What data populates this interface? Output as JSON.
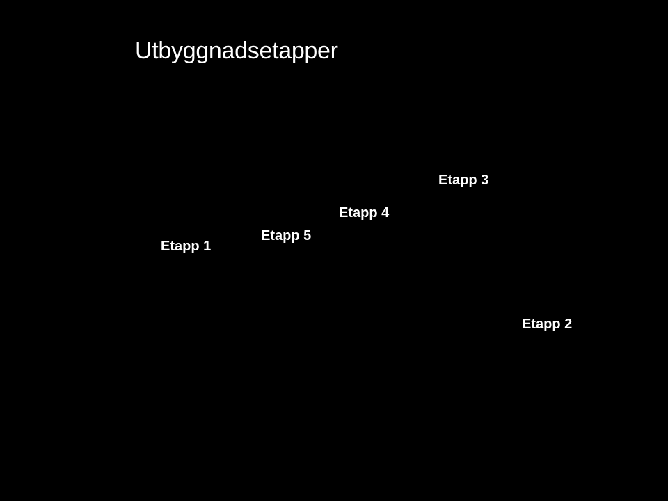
{
  "slide": {
    "title": "Utbyggnadsetapper",
    "background_color": "#000000",
    "text_color": "#ffffff",
    "stages": [
      "Etapp 1",
      "Etapp 2",
      "Etapp 3",
      "Etapp 4",
      "Etapp 5"
    ]
  }
}
